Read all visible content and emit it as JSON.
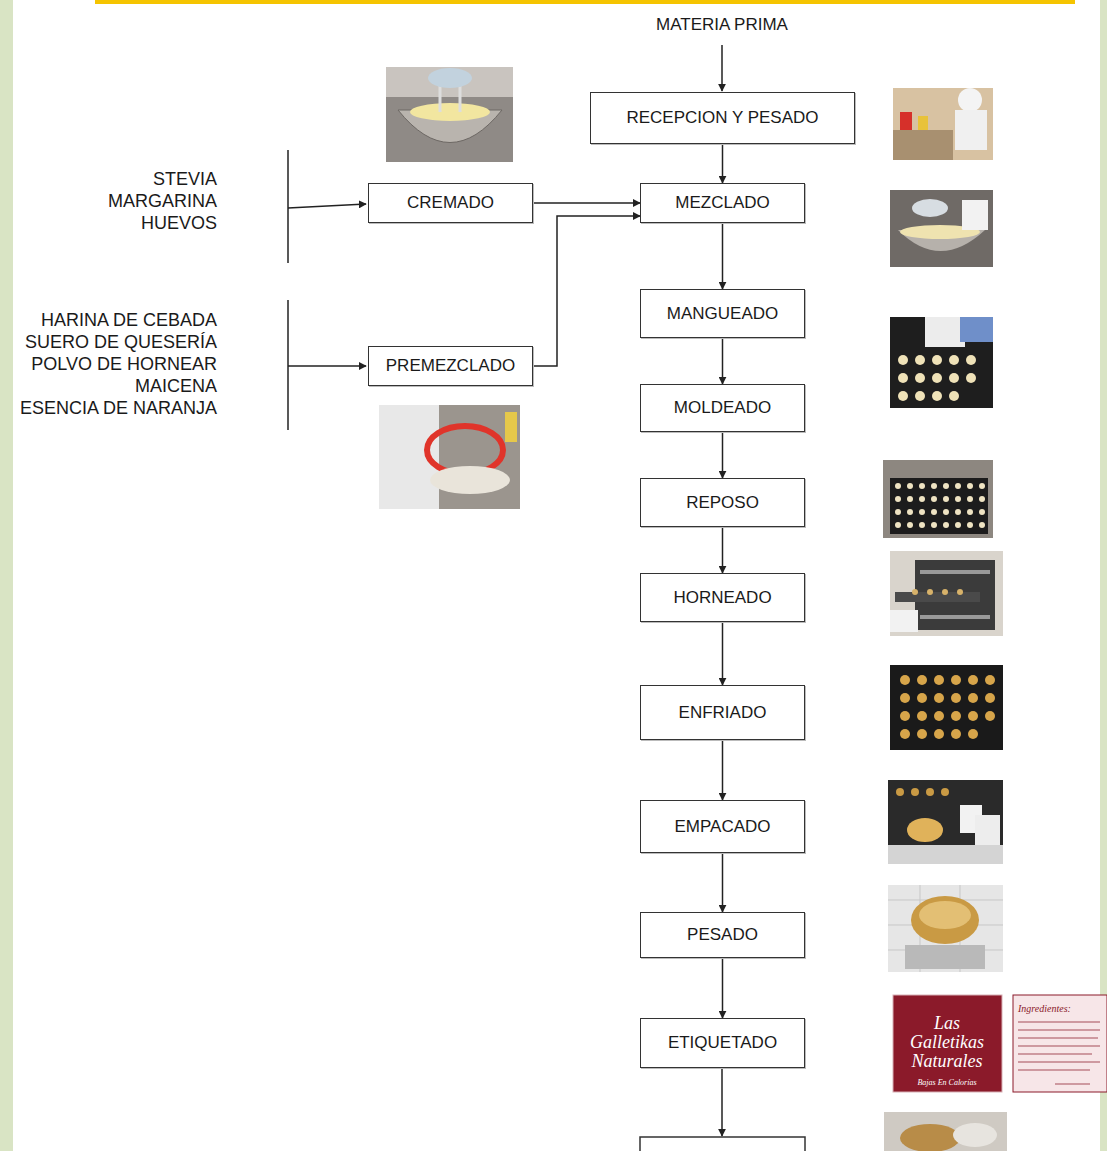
{
  "diagram": {
    "nodes": [
      {
        "text": [
          "RECEPCION Y PESADO"
        ]
      },
      {
        "text": [
          "CREMADO"
        ]
      },
      {
        "text": [
          "MEZCLADO"
        ]
      },
      {
        "text": [
          "PREMEZCLADO"
        ]
      },
      {
        "text": [
          "MANGUEADO"
        ]
      },
      {
        "text": [
          "MOLDEADO"
        ]
      },
      {
        "text": [
          "REPOSO"
        ]
      },
      {
        "text": [
          "HORNEADO"
        ]
      },
      {
        "text": [
          "ENFRIADO"
        ]
      },
      {
        "text": [
          "EMPACADO"
        ]
      },
      {
        "text": [
          "PESADO"
        ]
      },
      {
        "text": [
          "ETIQUETADO"
        ]
      }
    ],
    "edges": [
      {
        "from": 0,
        "to": 2,
        "arrow": "to"
      },
      {
        "from": 1,
        "to": 2,
        "arrow": "to"
      },
      {
        "from": 3,
        "to": 2,
        "arrow": "to"
      },
      {
        "from": 2,
        "to": 4,
        "arrow": "to"
      },
      {
        "from": 4,
        "to": 5,
        "arrow": "to"
      },
      {
        "from": 5,
        "to": 6,
        "arrow": "to"
      },
      {
        "from": 6,
        "to": 7,
        "arrow": "to"
      },
      {
        "from": 7,
        "to": 8,
        "arrow": "to"
      },
      {
        "from": 8,
        "to": 9,
        "arrow": "to"
      },
      {
        "from": 9,
        "to": 10,
        "arrow": "to"
      },
      {
        "from": 10,
        "to": 11,
        "arrow": "to"
      }
    ],
    "labels": [
      "MATERIA PRIMA",
      "STEVIA",
      "MARGARINA",
      "HUEVOS",
      "HARINA DE CEBADA",
      "SUERO DE QUESERÍA",
      "POLVO DE HORNEAR",
      "MAICENA",
      "ESENCIA DE NARANJA",
      "Las Galletikas Naturales",
      "Bajas En Calorías",
      "Ingredientes:"
    ]
  }
}
